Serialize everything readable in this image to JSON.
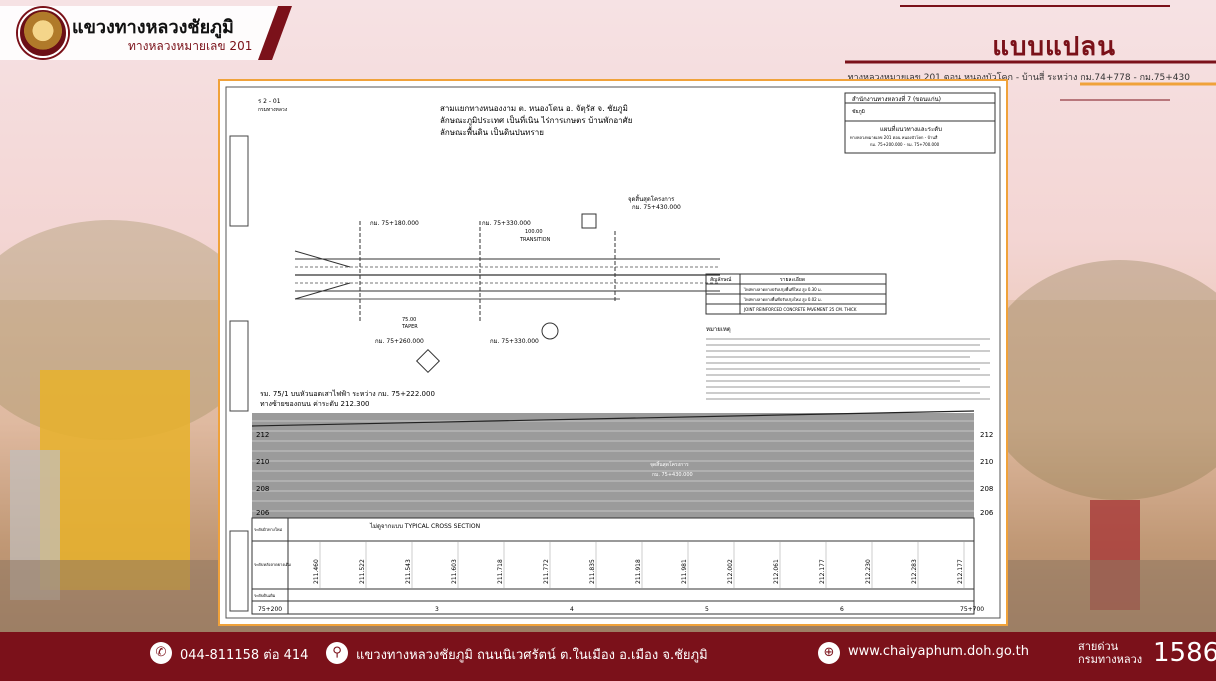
{
  "header": {
    "org_title": "แขวงทางหลวงชัยภูมิ",
    "org_subtitle": "ทางหลวงหมายเลข 201",
    "page_title": "แบบแปลน",
    "page_subtitle": "ทางหลวงหมายเลข 201 ตอน หนองบัวโคก - บ้านสี่ ระหว่าง กม.74+778 - กม.75+430"
  },
  "drawing": {
    "sheet_no": "ร 2 - 01",
    "dept": "กรมทางหลวง",
    "notes_line1": "สามแยกทางหนองงาม ต. หนองโดน อ. จัตุรัส จ. ชัยภูมิ",
    "notes_line2": "ลักษณะภูมิประเทศ เป็นที่เนิน ไร่การเกษตร บ้านพักอาศัย",
    "notes_line3": "ลักษณะพื้นดิน เป็นดินปนทราย",
    "title_block": {
      "office": "สำนักงานทางหลวงที่ 7 (ขอนแก่น)",
      "district": "ชัยภูมิ",
      "desc": "แผนที่แนวทางและระดับ",
      "route": "ทางหลวงหมายเลข 201 ตอน หนองบัวโคก - บ้านสี่",
      "range": "กม. 75+200.000 - กม. 75+700.000"
    },
    "stations": {
      "sta1": "กม. 75+180.000",
      "sta2": "กม. 75+330.000",
      "sta3": "กม. 75+260.000",
      "sta4": "กม. 75+330.000",
      "end_label": "จุดสิ้นสุดโครงการ",
      "end_sta": "กม. 75+430.000",
      "transition": "TRANSITION",
      "taper": "TAPER",
      "taper_len": "75.00",
      "trans_len": "100.00"
    },
    "legend": {
      "col1": "สัญลักษณ์",
      "col2": "รายละเอียด",
      "row1": "ไหล่ทางลาดยางปรับปรุงพื้นที่ใหม่ สูง 0.30 ม.",
      "row2": "ไหล่ทางลาดยางพื้นที่ปรับปรุงใหม่ สูง 0.02 ม.",
      "row3": "JOINT REINFORCED CONCRETE PAVEMENT 25 CM. THICK"
    },
    "remarks_title": "หมายเหตุ",
    "bm_label": "รม. 75/1 บนหัวนอตเสาไฟฟ้า ระหว่าง กม. 75+222.000",
    "bm_elev": "ทางซ้ายของถนน ค่าระดับ 212.300",
    "profile_levels": [
      "212",
      "210",
      "208",
      "206"
    ],
    "profile_note": "ไม่ดูจากแบบ TYPICAL CROSS SECTION",
    "profile_end_label": "จุดสิ้นสุดโครงการ",
    "profile_end_sta": "กม. 75+430.000",
    "row_label_1": "ระดับผิวทางใหม่",
    "row_label_2": "ระดับหลังลาดยางเดิม",
    "row_label_3": "ระดับดินเดิม",
    "elevations": [
      "211.460",
      "211.522",
      "211.543",
      "211.603",
      "211.718",
      "211.772",
      "211.835",
      "211.918",
      "211.981",
      "212.002",
      "212.061",
      "212.177",
      "212.230",
      "212.283",
      "212.177"
    ],
    "km_start": "75+200",
    "km_end": "75+700",
    "km_ticks": [
      "3",
      "4",
      "5",
      "6"
    ]
  },
  "footer": {
    "phone": "044-811158 ต่อ 414",
    "address": "แขวงทางหลวงชัยภูมิ ถนนนิเวศรัตน์ ต.ในเมือง อ.เมือง จ.ชัยภูมิ",
    "website": "www.chaiyaphum.doh.go.th",
    "hotline_label_1": "สายด่วน",
    "hotline_label_2": "กรมทางหลวง",
    "hotline_number": "1586"
  },
  "colors": {
    "brand": "#7b111a",
    "accent": "#f0a23a"
  }
}
